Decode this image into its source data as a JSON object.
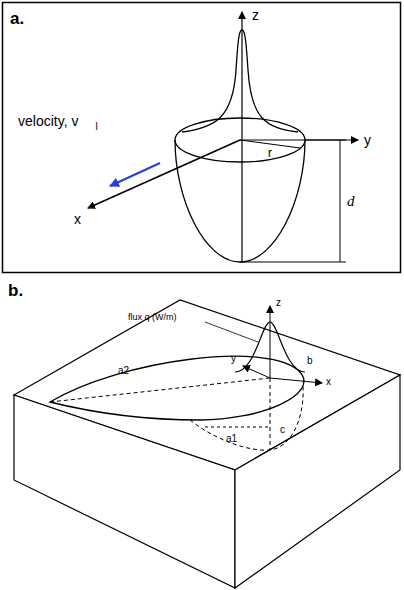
{
  "diagram": {
    "labels": [
      "a.",
      "z",
      "velocity, v",
      "l",
      "y",
      "x",
      "r",
      "d",
      "b.",
      "flux q (W/m)",
      "z",
      "y",
      "b",
      "x",
      "c",
      "a2",
      "a1"
    ]
  }
}
